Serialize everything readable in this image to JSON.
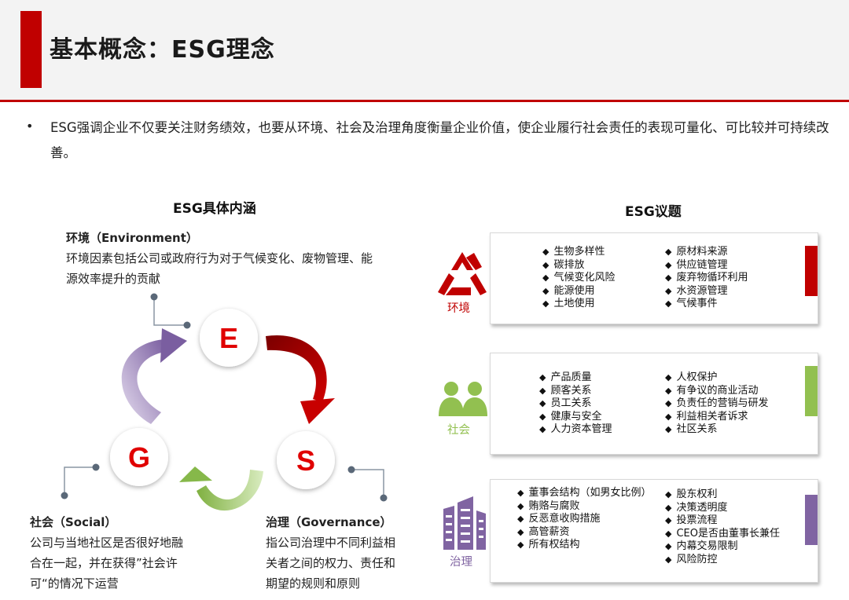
{
  "header": {
    "title": "基本概念：ESG理念"
  },
  "intro": {
    "bullet": "•",
    "text": "ESG强调企业不仅要关注财务绩效，也要从环境、社会及治理角度衡量企业价值，使企业履行社会责任的表现可量化、可比较并可持续改善。"
  },
  "left": {
    "title": "ESG具体内涵",
    "letters": {
      "e": "E",
      "s": "S",
      "g": "G"
    },
    "environment": {
      "title": "环境（Environment）",
      "body": "环境因素包括公司或政府行为对于气候变化、废物管理、能源效率提升的贡献"
    },
    "social": {
      "title": "社会（Social）",
      "body": "公司与当地社区是否很好地融合在一起，并在获得”社会许可“的情况下运营"
    },
    "governance": {
      "title": "治理（Governance）",
      "body": "指公司治理中不同利益相关者之间的权力、责任和期望的规则和原则"
    }
  },
  "right": {
    "title": "ESG议题",
    "categories": [
      {
        "label": "环境",
        "icon": "recycle-icon",
        "color": "#c00000",
        "col1": [
          "生物多样性",
          "碳排放",
          "气候变化风险",
          "能源使用",
          "土地使用"
        ],
        "col2": [
          "原材料来源",
          "供应链管理",
          "废弃物循环利用",
          "水资源管理",
          "气候事件"
        ]
      },
      {
        "label": "社会",
        "icon": "people-icon",
        "color": "#92c050",
        "col1": [
          "产品质量",
          "顾客关系",
          "员工关系",
          "健康与安全",
          "人力资本管理"
        ],
        "col2": [
          "人权保护",
          "有争议的商业活动",
          "负责任的营销与研发",
          "利益相关者诉求",
          "社区关系"
        ]
      },
      {
        "label": "治理",
        "icon": "building-icon",
        "color": "#8064a2",
        "col1": [
          "董事会结构（如男女比例）",
          "贿赂与腐败",
          "反恶意收购措施",
          "高管薪资",
          "所有权结构"
        ],
        "col2": [
          "股东权利",
          "决策透明度",
          "投票流程",
          "CEO是否由董事长兼任",
          "内幕交易限制",
          "风险防控"
        ]
      }
    ]
  },
  "colors": {
    "red": "#c00000",
    "green": "#92c050",
    "purple": "#8064a2",
    "grey": "#5a6878"
  }
}
